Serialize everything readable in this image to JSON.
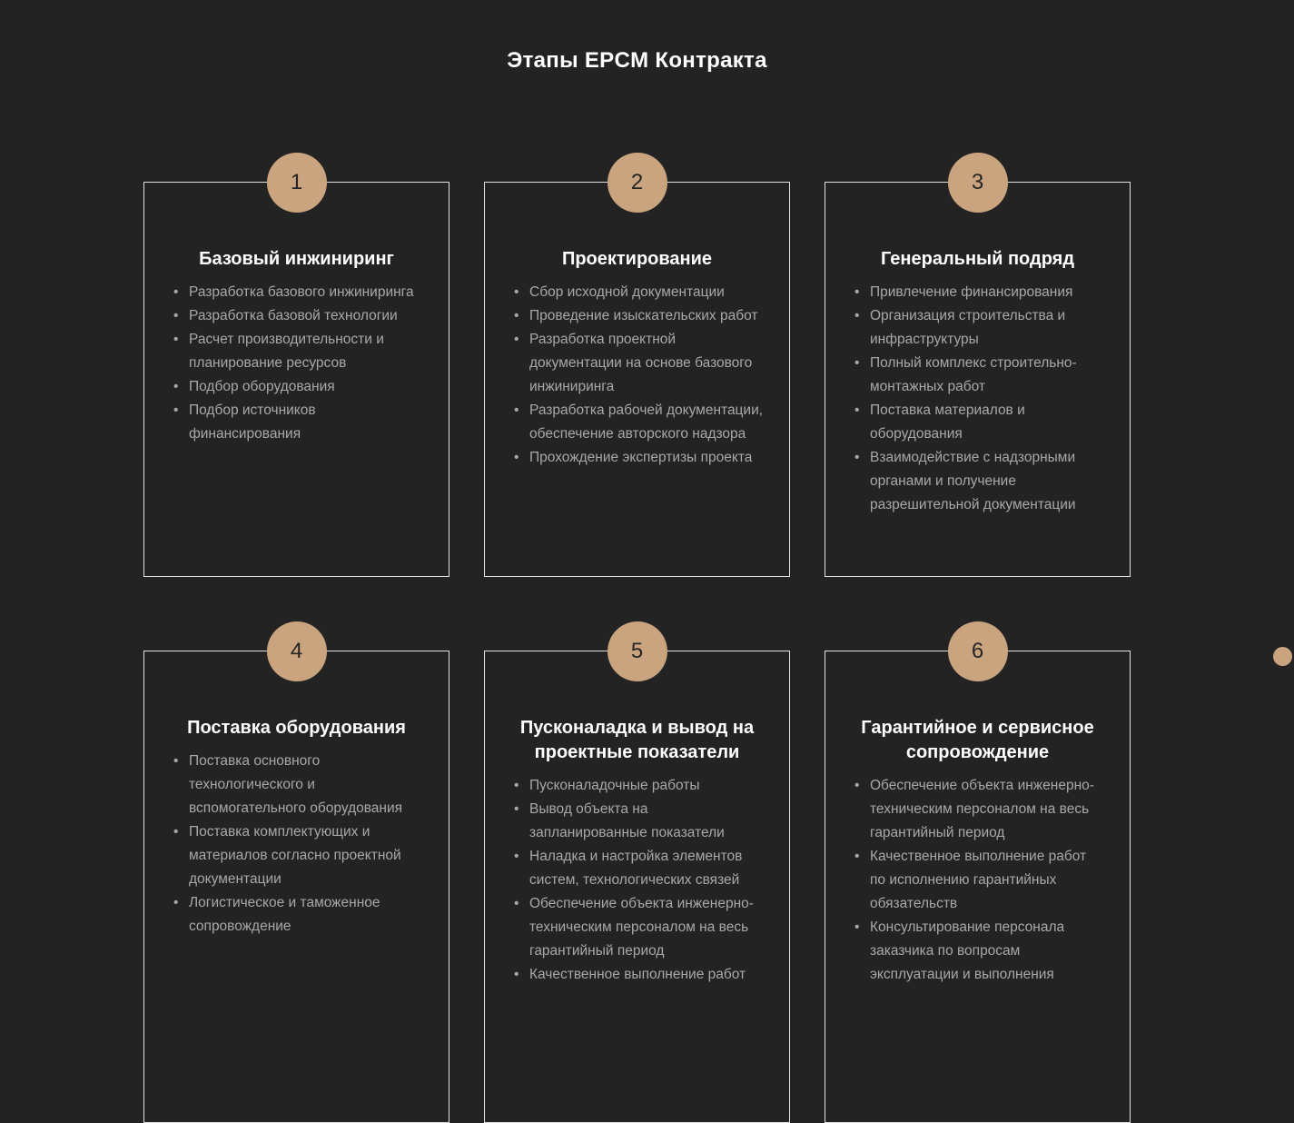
{
  "page": {
    "title": "Этапы EPCM Контракта",
    "background_color": "#232323",
    "accent_color": "#c9a47e",
    "card_border_color": "#e2e2e2",
    "title_color": "#ffffff",
    "item_text_color": "#a8a8a8"
  },
  "icons": {
    "bullet": "•"
  },
  "nav": {
    "dot_label": ""
  },
  "cards": [
    {
      "number": "1",
      "title": "Базовый инжиниринг",
      "items": [
        "Разработка базового инжиниринга",
        "Разработка базовой технологии",
        "Расчет производительности и планирование ресурсов",
        "Подбор оборудования",
        "Подбор источников финансирования"
      ]
    },
    {
      "number": "2",
      "title": "Проектирование",
      "items": [
        "Сбор исходной документации",
        "Проведение изыскательских работ",
        "Разработка проектной документации на основе базового инжиниринга",
        "Разработка рабочей документации, обеспечение авторского надзора",
        "Прохождение экспертизы проекта"
      ]
    },
    {
      "number": "3",
      "title": "Генеральный подряд",
      "items": [
        "Привлечение финансирования",
        "Организация строительства и инфраструктуры",
        "Полный комплекс строительно-монтажных работ",
        "Поставка материалов и оборудования",
        "Взаимодействие с надзорными органами и получение разрешительной документации"
      ]
    },
    {
      "number": "4",
      "title": "Поставка оборудования",
      "items": [
        "Поставка основного технологического и вспомогательного оборудования",
        "Поставка комплектующих и материалов согласно проектной документации",
        "Логистическое и таможенное сопровождение"
      ]
    },
    {
      "number": "5",
      "title": "Пусконаладка и вывод на проектные показатели",
      "items": [
        "Пусконаладочные работы",
        "Вывод объекта на запланированные показатели",
        "Наладка и настройка элементов систем, технологических связей",
        "Обеспечение объекта инженерно-техническим персоналом на весь гарантийный период",
        "Качественное выполнение работ"
      ]
    },
    {
      "number": "6",
      "title": "Гарантийное и сервисное сопровождение",
      "items": [
        "Обеспечение объекта инженерно-техническим персоналом на весь гарантийный период",
        "Качественное выполнение работ по исполнению гарантийных обязательств",
        "Консультирование персонала заказчика по вопросам эксплуатации и выполнения"
      ]
    }
  ]
}
